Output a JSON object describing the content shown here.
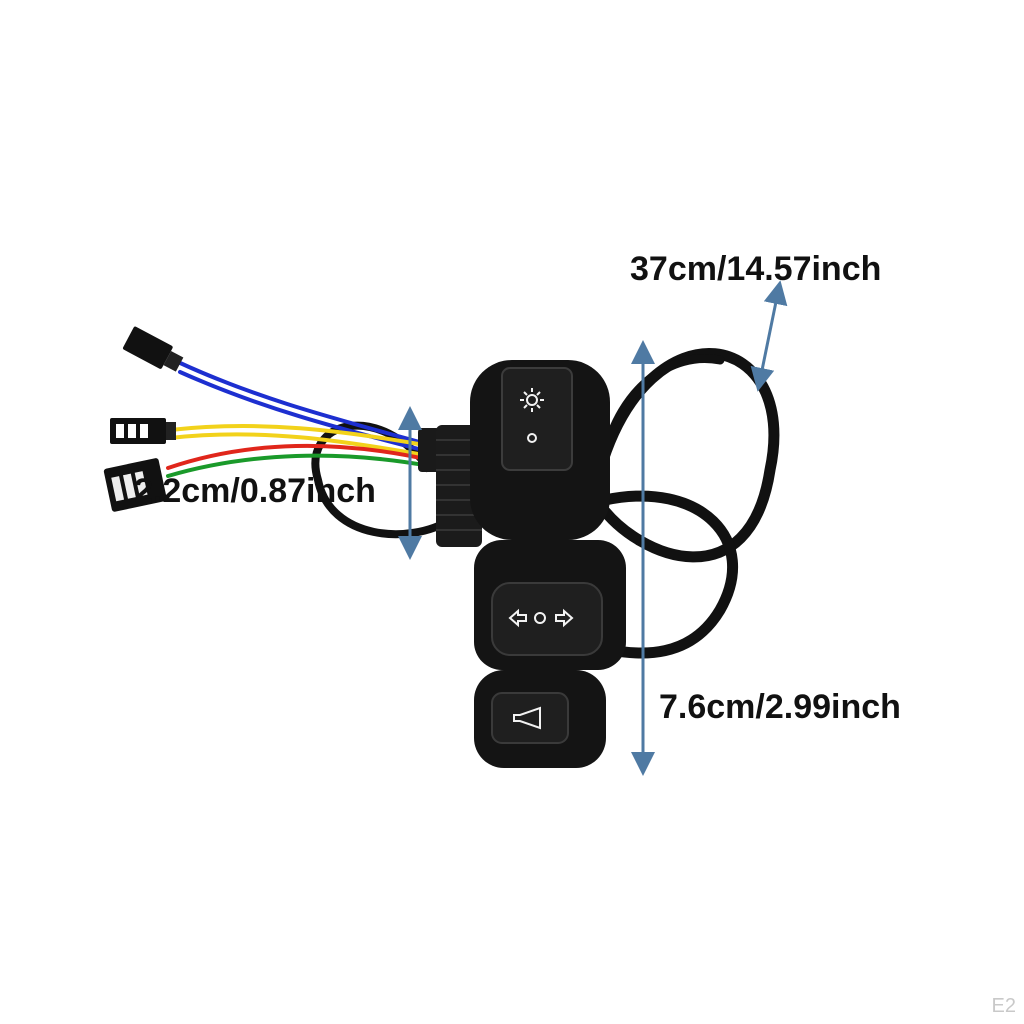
{
  "dimensions": {
    "cable_length": "37cm/14.57inch",
    "mount_width": "2.2cm/0.87inch",
    "switch_height": "7.6cm/2.99inch"
  },
  "product": {
    "buttons": [
      "headlight-switch",
      "turn-signal-switch",
      "horn-button"
    ],
    "wire_colors": [
      "#1d2fd0",
      "#f2d21b",
      "#e0261b",
      "#1a9a2a"
    ],
    "arrow_color": "#4f7aa3"
  },
  "watermark": "E2"
}
